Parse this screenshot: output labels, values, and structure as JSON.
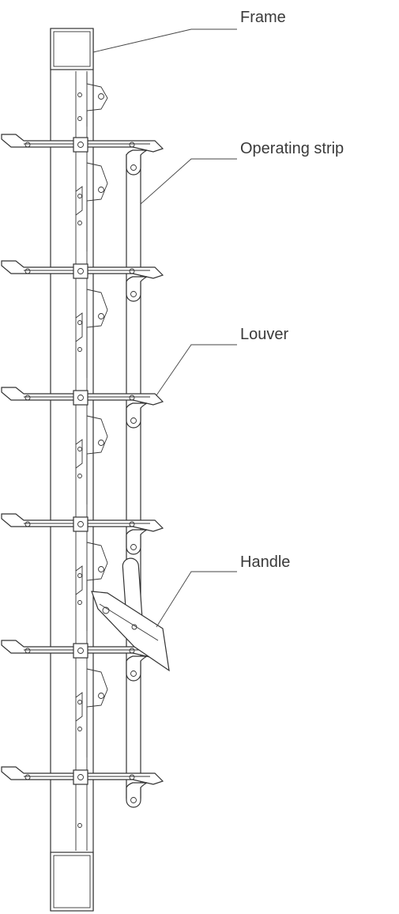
{
  "labels": {
    "frame": "Frame",
    "operating_strip": "Operating strip",
    "louver": "Louver",
    "handle": "Handle"
  },
  "colors": {
    "line": "#333333",
    "text": "#3a3a3a",
    "background": "#ffffff"
  }
}
